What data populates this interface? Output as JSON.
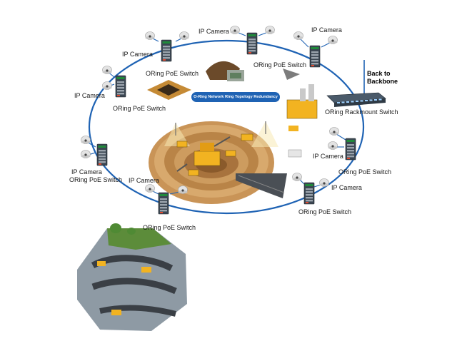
{
  "title": "O-Ring Network Ring Topology Redundancy",
  "backbone_label_1": "Back to",
  "backbone_label_2": "Backbone",
  "labels": {
    "cam_top": "IP Camera",
    "cam_top_right": "IP Camera",
    "cam_upper_left": "IP Camera",
    "cam_left": "IP Camera",
    "cam_mid_left": "IP Camera",
    "cam_mid_left2": "ORing PoE Switch",
    "cam_bottom_left": "IP Camera",
    "cam_right": "IP Camera",
    "cam_bottom_right": "IP Camera",
    "sw_upper_left": "ORing PoE Switch",
    "sw_left": "ORing PoE Switch",
    "sw_top": "ORing PoE Switch",
    "sw_rack": "ORing Rackmount Switch",
    "sw_right": "ORing PoE Switch",
    "sw_bottom_right": "ORing PoE Switch",
    "sw_bottom": "ORing PoE Switch"
  },
  "colors": {
    "ring": "#1f63b4",
    "pill": "#1f63b4",
    "switch_body": "#3b4652",
    "camera": "#e3e3e3",
    "pit_light": "#d4a46a",
    "pit_dark": "#8a5a2b",
    "truck": "#f2b321"
  },
  "icons": [
    "poe-switch-icon",
    "ip-camera-icon",
    "rackmount-switch-icon",
    "open-pit-mine-illustration",
    "underground-mine-illustration"
  ]
}
